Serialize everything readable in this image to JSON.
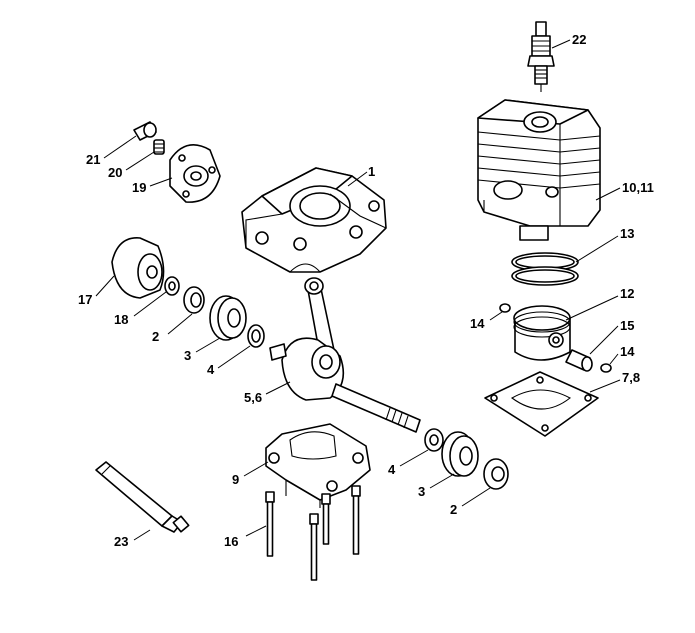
{
  "callouts": [
    {
      "id": "c1",
      "label": "1"
    },
    {
      "id": "c2a",
      "label": "2"
    },
    {
      "id": "c2b",
      "label": "2"
    },
    {
      "id": "c3a",
      "label": "3"
    },
    {
      "id": "c3b",
      "label": "3"
    },
    {
      "id": "c4a",
      "label": "4"
    },
    {
      "id": "c4b",
      "label": "4"
    },
    {
      "id": "c56",
      "label": "5,6"
    },
    {
      "id": "c78",
      "label": "7,8"
    },
    {
      "id": "c9",
      "label": "9"
    },
    {
      "id": "c1011",
      "label": "10,11"
    },
    {
      "id": "c12",
      "label": "12"
    },
    {
      "id": "c13",
      "label": "13"
    },
    {
      "id": "c14a",
      "label": "14"
    },
    {
      "id": "c14b",
      "label": "14"
    },
    {
      "id": "c15",
      "label": "15"
    },
    {
      "id": "c16",
      "label": "16"
    },
    {
      "id": "c17",
      "label": "17"
    },
    {
      "id": "c18",
      "label": "18"
    },
    {
      "id": "c19",
      "label": "19"
    },
    {
      "id": "c20",
      "label": "20"
    },
    {
      "id": "c21",
      "label": "21"
    },
    {
      "id": "c22",
      "label": "22"
    },
    {
      "id": "c23",
      "label": "23"
    }
  ]
}
